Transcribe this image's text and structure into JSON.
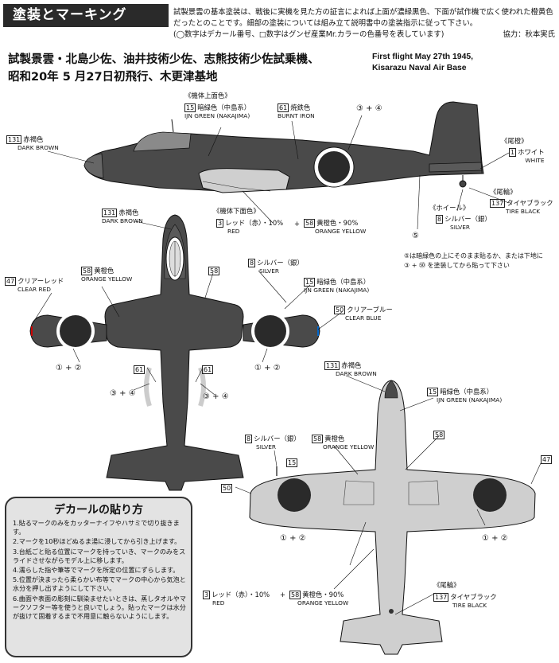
{
  "header": {
    "title": "塗装とマーキング"
  },
  "intro": {
    "line1": "試製景雲の基本塗装は、戦後に実機を見た方の証言によれば上面が濃緑黒色、下面が試作機で広く使われた橙黄色だったとのことです。細部の塗装については組み立て説明書中の塗装指示に従って下さい。",
    "line2": "(◯数字はデカール番号、□数字はグンゼ産業Mr.カラーの色番号を表しています)",
    "credit": "協力：秋本実氏"
  },
  "title": {
    "jp_line1": "試製景雲・北島少佐、油井技術少佐、志熊技術少佐試乗機、",
    "jp_line2": "昭和20年 5 月27日初飛行、木更津基地",
    "en_line1": "First flight May 27th 1945,",
    "en_line2": "Kisarazu Naval Air Base"
  },
  "side_view": {
    "upper_heading": "《機体上面色》",
    "lower_heading": "《機体下面色》",
    "tail_heading": "《尾橙》",
    "tailwheel_heading": "《尾輪》",
    "wheel_heading": "《ホイール》",
    "c15": {
      "num": "15",
      "jp": "暗緑色（中島系）",
      "en": "IJN GREEN (NAKAJIMA)"
    },
    "c61": {
      "num": "61",
      "jp": "焼鉄色",
      "en": "BURNT IRON"
    },
    "c131": {
      "num": "131",
      "jp": "赤褐色",
      "en": "DARK BROWN"
    },
    "c1": {
      "num": "1",
      "jp": "ホワイト",
      "en": "WHITE"
    },
    "c137": {
      "num": "137",
      "jp": "タイヤブラック",
      "en": "TIRE BLACK"
    },
    "c8": {
      "num": "8",
      "jp": "シルバー（銀）",
      "en": "SILVER"
    },
    "c3": {
      "num": "3",
      "jp": "レッド（赤）・10%",
      "en": "RED"
    },
    "c58": {
      "num": "58",
      "jp": "黄橙色・90%",
      "en": "ORANGE YELLOW"
    },
    "plus": "+",
    "decal34": "③ + ④",
    "decal5": "⑤"
  },
  "note5": {
    "line1": "⑤は暗緑色の上にそのまま貼るか、または下地に",
    "line2": "③ + ㊿ を塗装してから貼って下さい"
  },
  "top_view": {
    "c131": {
      "num": "131",
      "jp": "赤褐色",
      "en": "DARK BROWN"
    },
    "c58": {
      "num": "58",
      "jp": "黄橙色",
      "en": "ORANGE YELLOW"
    },
    "c58b": "58",
    "c47": {
      "num": "47",
      "jp": "クリアーレッド",
      "en": "CLEAR RED"
    },
    "c8": {
      "num": "8",
      "jp": "シルバー（銀）",
      "en": "SILVER"
    },
    "c15": {
      "num": "15",
      "jp": "暗緑色（中島系）",
      "en": "IJN GREEN (NAKAJIMA)"
    },
    "c50": {
      "num": "50",
      "jp": "クリアーブルー",
      "en": "CLEAR BLUE"
    },
    "c61": "61",
    "decal12": "① + ②",
    "decal34": "③ + ④"
  },
  "bottom_view": {
    "c131": {
      "num": "131",
      "jp": "赤褐色",
      "en": "DARK BROWN"
    },
    "c15": {
      "num": "15",
      "jp": "暗緑色（中島系）",
      "en": "IJN GREEN (NAKAJIMA)"
    },
    "c8": {
      "num": "8",
      "jp": "シルバー（銀）",
      "en": "SILVER"
    },
    "c58": {
      "num": "58",
      "jp": "黄橙色",
      "en": "ORANGE YELLOW"
    },
    "c58b": "58",
    "c15b": "15",
    "c47": "47",
    "c50": "50",
    "c3": {
      "num": "3",
      "jp": "レッド（赤）・10%",
      "en": "RED"
    },
    "c58c": {
      "num": "58",
      "jp": "黄橙色・90%",
      "en": "ORANGE YELLOW"
    },
    "plus": "+",
    "tailwheel_heading": "《尾輪》",
    "c137": {
      "num": "137",
      "jp": "タイヤブラック",
      "en": "TIRE BLACK"
    },
    "decal12": "① + ②"
  },
  "decal_box": {
    "title": "デカールの貼り方",
    "steps": [
      "1.貼るマークのみをカッターナイフやハサミで切り抜きます。",
      "2.マークを10秒ほどぬるま湯に浸してから引き上げます。",
      "3.台紙ごと貼る位置にマークを持っていき、マークのみをスライドさせながらモデル上に移します。",
      "4.濡らした指や筆等でマークを所定の位置にずらします。",
      "5.位置が決まったら柔らかい布等でマークの中心から気泡と水分を押し出すようにして下さい。",
      "6.曲面や表面の彫刻に馴染ませたいときは、蒸しタオルやマークソフター等を使うと良いでしょう。貼ったマークは水分が抜けて固着するまで不用意に触らないようにします。"
    ]
  },
  "colors": {
    "dark_green": "#4a4a4a",
    "dark_green_top": "#5a5a5a",
    "orange_yellow": "#cfcfcf",
    "hinomaru": "#2a2a2a",
    "decal_box_bg": "#e3e3e3"
  }
}
